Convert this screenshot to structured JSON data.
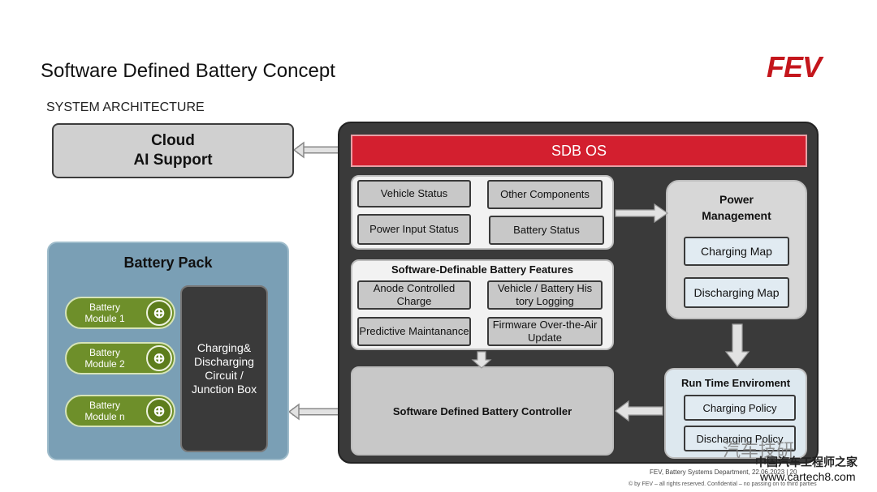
{
  "header": {
    "title": "Software Defined Battery Concept",
    "subtitle": "SYSTEM ARCHITECTURE",
    "logo": "FEV"
  },
  "cloud": {
    "line1": "Cloud",
    "line2": "AI Support"
  },
  "battery_pack": {
    "title": "Battery Pack",
    "modules": [
      {
        "line1": "Battery",
        "line2": "Module 1"
      },
      {
        "line1": "Battery",
        "line2": "Module 2"
      },
      {
        "line1": "Battery",
        "line2": "Module n"
      }
    ],
    "junction": "Charging& Discharging Circuit / Junction Box"
  },
  "sdb_os": {
    "banner": "SDB OS",
    "status": {
      "vehicle_status": "Vehicle Status",
      "other_components": "Other Components",
      "power_input_status": "Power Input Status",
      "battery_status": "Battery Status"
    },
    "features": {
      "title": "Software-Definable Battery Features",
      "anode": "Anode Controlled Charge",
      "logging": "Vehicle / Battery His tory Logging",
      "predictive": "Predictive Maintanance",
      "ota": "Firmware Over-the-Air Update"
    },
    "power_management": {
      "title_line1": "Power",
      "title_line2": "Management",
      "charging_map": "Charging Map",
      "discharging_map": "Discharging Map"
    },
    "runtime": {
      "title": "Run Time Enviroment",
      "charging_policy": "Charging Policy",
      "discharging_policy": "Discharging Policy"
    },
    "controller": "Software Defined Battery Controller"
  },
  "footer": {
    "line1": "FEV, Battery Systems Department, 22.06.2023 | 20",
    "line2": "© by FEV – all rights reserved. Confidential – no passing on to third parties"
  },
  "watermark": {
    "brand": "汽车技研",
    "site_cn": "中国汽车工程师之家",
    "site_url": "www.cartech8.com"
  }
}
